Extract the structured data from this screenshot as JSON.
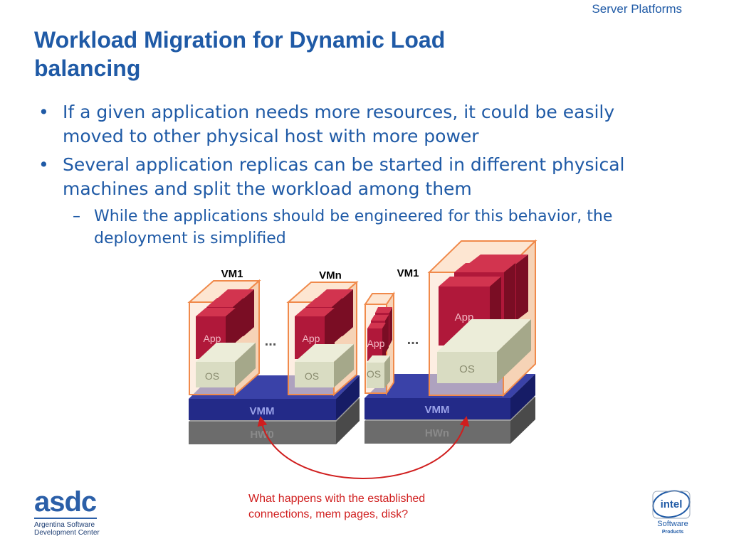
{
  "header": {
    "tag": "Server Platforms"
  },
  "title": "Workload Migration for Dynamic Load balancing",
  "bullets": [
    {
      "text": "If a given application needs more resources, it could be easily moved to other physical host with more power"
    },
    {
      "text": "Several application replicas can be started in different physical machines and split the workload among them",
      "sub": [
        {
          "text": "While the applications should be engineered for this behavior, the deployment is simplified"
        }
      ]
    }
  ],
  "diagram": {
    "left_host": {
      "vm_labels": [
        "VM1",
        "VMn"
      ],
      "vmm": "VMM",
      "hw": "HW0",
      "app": "App",
      "os": "OS",
      "ellipsis": "..."
    },
    "right_host": {
      "vm_label": "VM1",
      "vmm": "VMM",
      "hw": "HWn",
      "app": "App",
      "os": "OS",
      "ellipsis": "..."
    }
  },
  "caption": "What happens with the established connections, mem pages, disk?",
  "logos": {
    "asdc": {
      "name": "asdc",
      "line1": "Argentina Software",
      "line2": "Development Center"
    },
    "intel": {
      "name": "intel",
      "line1": "Software",
      "line2": "Products"
    }
  },
  "colors": {
    "title": "#1f5aa6",
    "app": "#b0183a",
    "os": "#d9dcc2",
    "vmm": "#232a88",
    "hw": "#6c6c6c",
    "vm_outline": "#f08a4b",
    "arrow": "#d01e1e"
  }
}
